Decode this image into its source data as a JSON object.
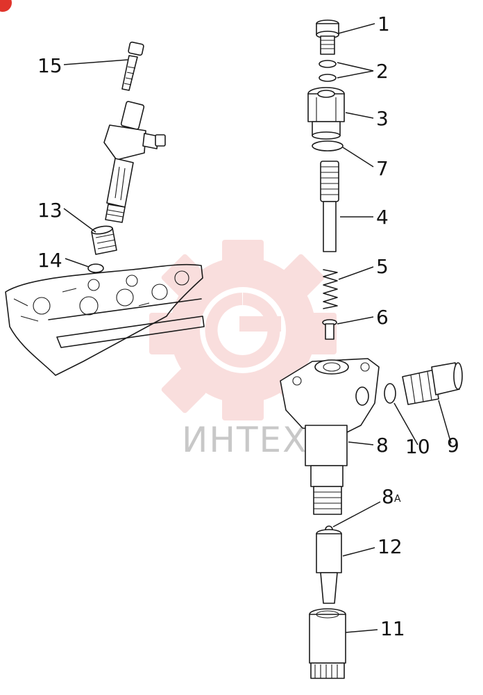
{
  "watermark": {
    "text": "ИНТЕХ",
    "gear_color": "#f5c4c2",
    "text_color": "#c8c8c8",
    "badge_color": "#e0342b"
  },
  "labels": {
    "p1": "1",
    "p2": "2",
    "p3": "3",
    "p4": "4",
    "p5": "5",
    "p6": "6",
    "p7": "7",
    "p8": "8",
    "p8a_main": "8",
    "p8a_sub": "A",
    "p9": "9",
    "p10": "10",
    "p11": "11",
    "p12": "12",
    "p13": "13",
    "p14": "14",
    "p15": "15"
  },
  "icons": [
    "gear-watermark-icon",
    "corner-badge-icon"
  ]
}
